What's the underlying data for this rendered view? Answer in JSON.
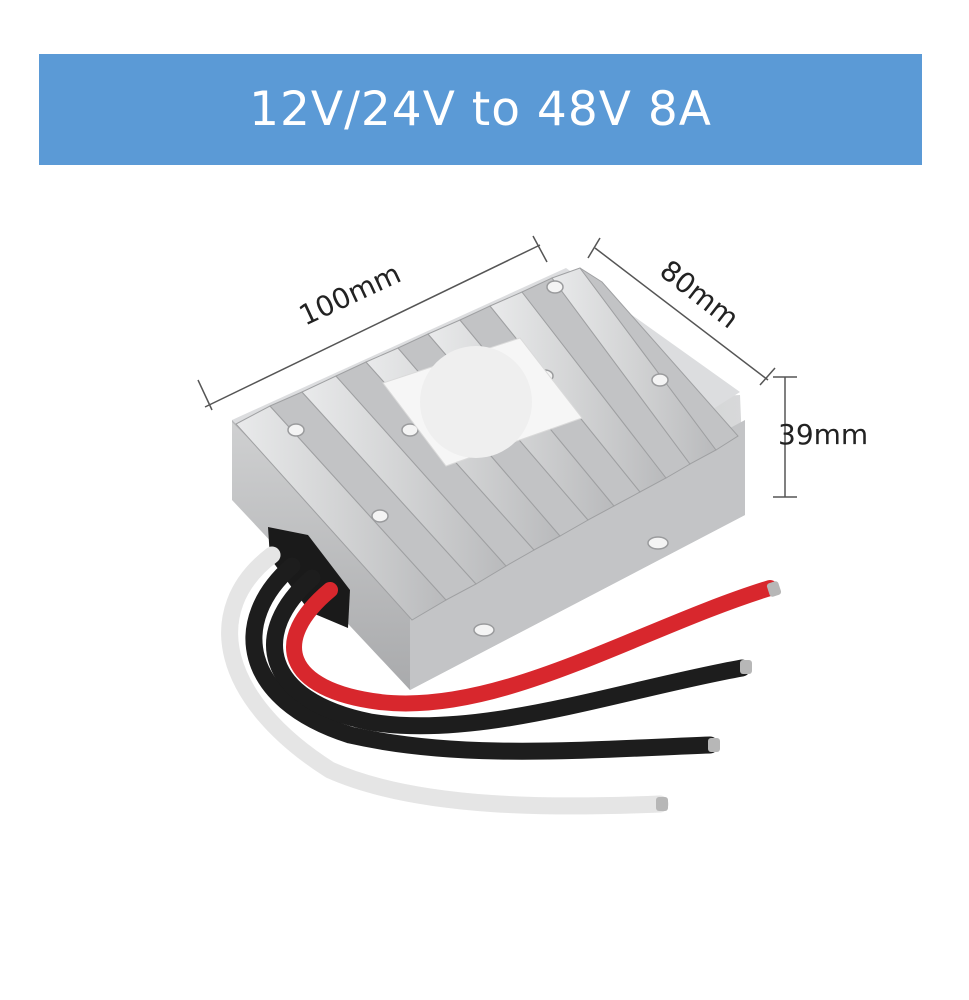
{
  "banner": {
    "title": "12V/24V to 48V 8A",
    "color": "#5b9ad6"
  },
  "product": {
    "name": "dc-dc-converter",
    "dimensions": {
      "length": "100mm",
      "width": "80mm",
      "height": "39mm"
    },
    "wire_colors": [
      "#d8272d",
      "#1d1d1d",
      "#1d1d1d",
      "#f2f2f2"
    ],
    "housing_color": "#c9cacb"
  }
}
